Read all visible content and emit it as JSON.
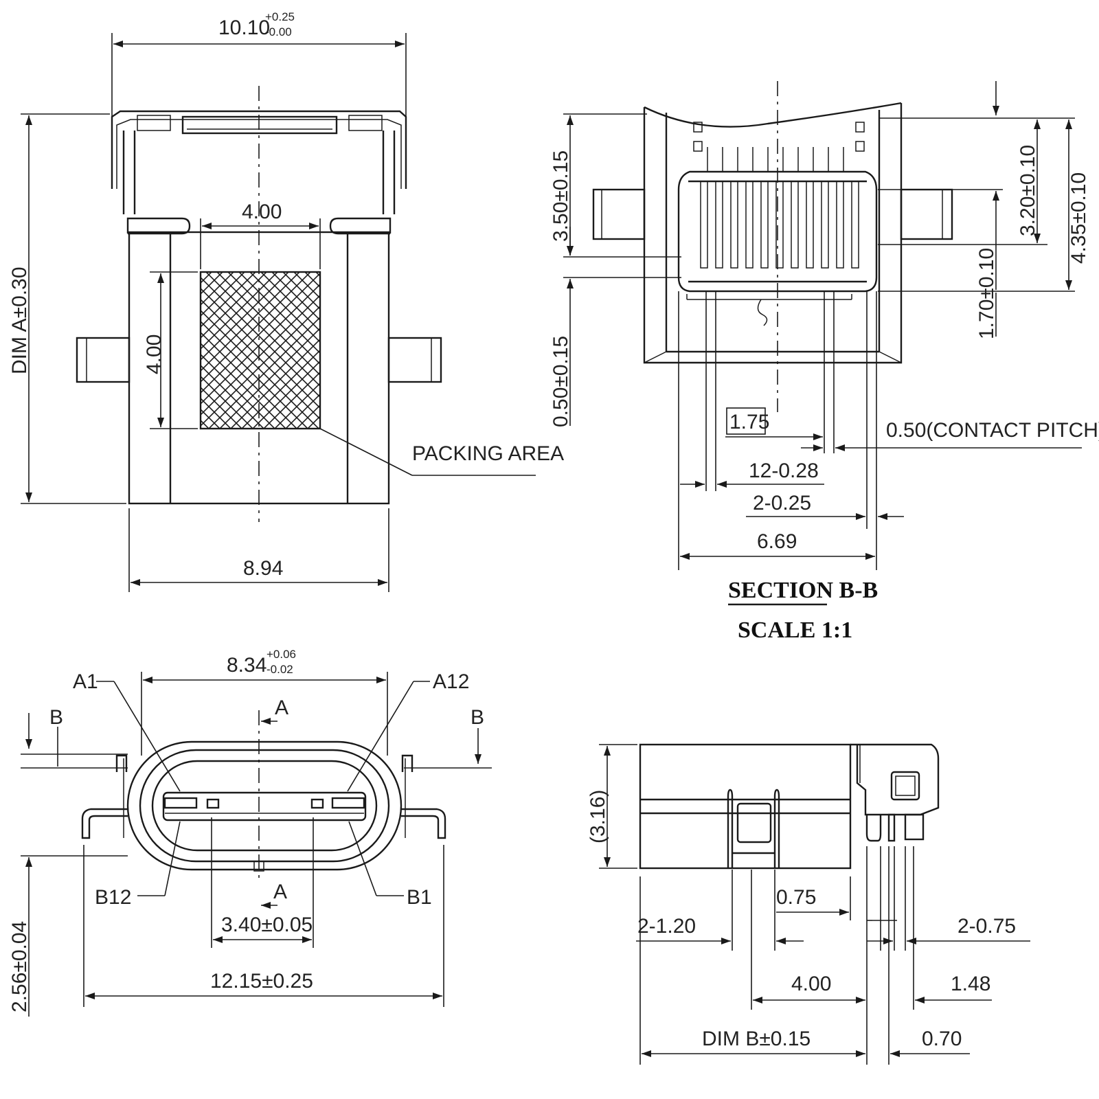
{
  "top_view": {
    "width_main": "10.10",
    "width_tol_plus": "+0.25",
    "width_tol_minus": "-0.00",
    "packing_width": "4.00",
    "packing_height": "4.00",
    "dim_a": "DIM A±0.30",
    "body_width": "8.94",
    "packing_label": "PACKING AREA"
  },
  "section_view": {
    "dim_350": "3.50±0.15",
    "dim_050": "0.50±0.15",
    "dim_320": "3.20±0.10",
    "dim_435": "4.35±0.10",
    "dim_170": "1.70±0.10",
    "boxed_175": "1.75",
    "contact_pitch": "0.50(CONTACT PITCH)",
    "dim_12_028": "12-0.28",
    "dim_2_025": "2-0.25",
    "dim_669": "6.69",
    "title": "SECTION B-B",
    "scale": "SCALE 1:1"
  },
  "front_view": {
    "width_main": "8.34",
    "width_tol_plus": "+0.06",
    "width_tol_minus": "-0.02",
    "label_a1": "A1",
    "label_a12": "A12",
    "label_b12": "B12",
    "label_b1": "B1",
    "label_b_left": "B",
    "label_b_right": "B",
    "label_a_top": "A",
    "label_a_bottom": "A",
    "dim_340": "3.40±0.05",
    "dim_1215": "12.15±0.25",
    "dim_256": "2.56±0.04"
  },
  "side_view": {
    "dim_316": "(3.16)",
    "dim_075": "0.75",
    "dim_2_120": "2-1.20",
    "dim_2_075": "2-0.75",
    "dim_400": "4.00",
    "dim_148": "1.48",
    "dim_b": "DIM B±0.15",
    "dim_070": "0.70"
  }
}
